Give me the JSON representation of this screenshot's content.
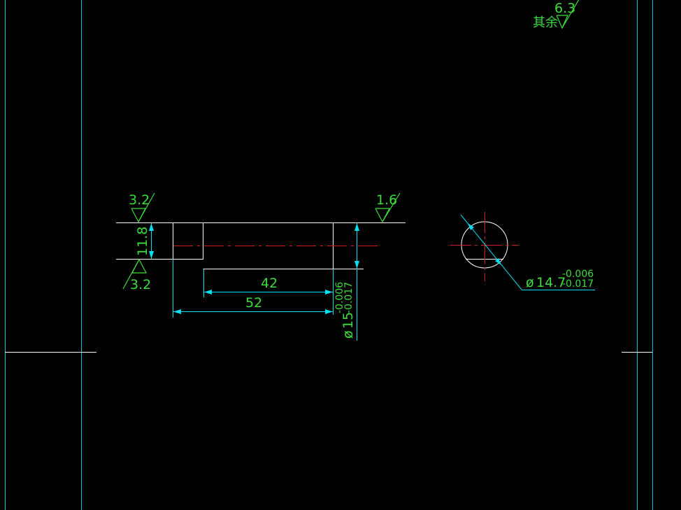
{
  "colors": {
    "background": "#000000",
    "border": "#00c8d8",
    "dimension": "#00e0f0",
    "text": "#3ddc3d",
    "outline": "#ffffff",
    "centerline": "#d21e1e"
  },
  "roughness": {
    "general_value": "6.3",
    "general_prefix": "其余",
    "left_top": "3.2",
    "left_bottom": "3.2",
    "right_top": "1.6"
  },
  "dimensions": {
    "height": "11.8",
    "length_42": "42",
    "length_52": "52",
    "diameter_symbol": "ø",
    "diameter_15": "15",
    "diameter_15_upper": "-0.006",
    "diameter_15_lower": "-0.017",
    "diameter_14_7": "14.7",
    "diameter_14_7_upper": "-0.006",
    "diameter_14_7_lower": "-0.017"
  }
}
